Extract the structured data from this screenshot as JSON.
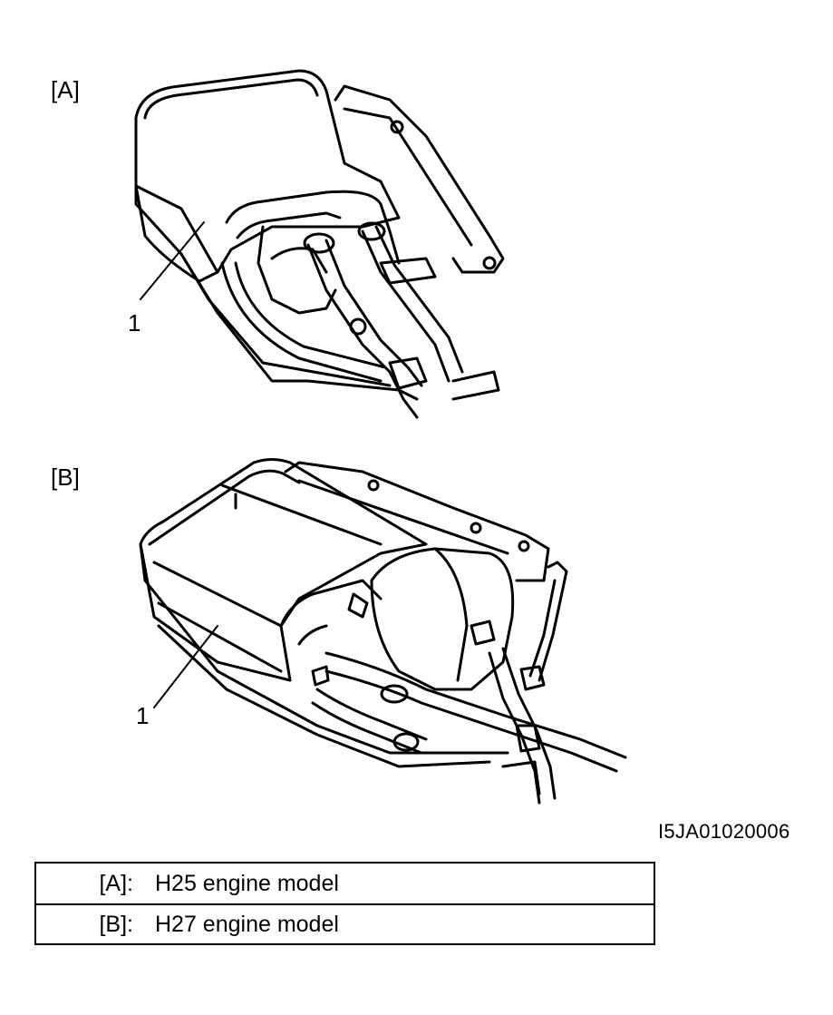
{
  "figure_a": {
    "label": "[A]",
    "callout": "1"
  },
  "figure_b": {
    "label": "[B]",
    "callout": "1"
  },
  "figure_code": "I5JA01020006",
  "legend": [
    {
      "key": "[A]:",
      "text": "H25 engine model"
    },
    {
      "key": "[B]:",
      "text": "H27 engine model"
    }
  ]
}
